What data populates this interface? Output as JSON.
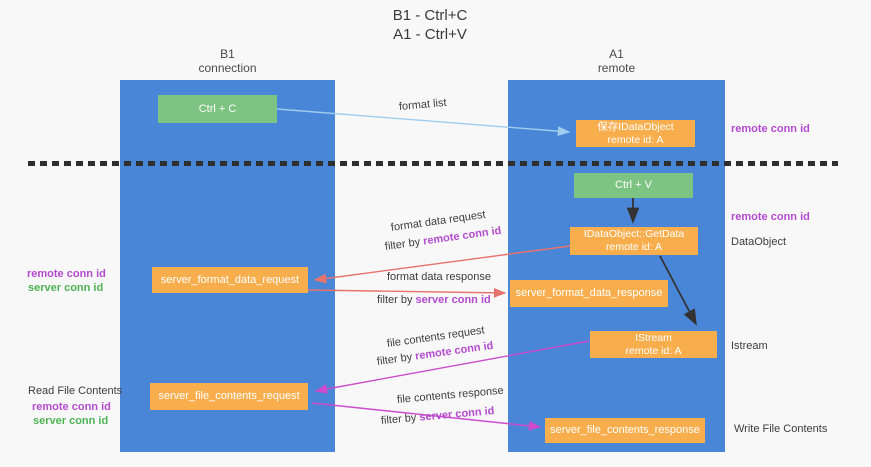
{
  "colors": {
    "lane_blue": "#4a86d8",
    "box_orange": "#f9ae4e",
    "box_green": "#7dc382",
    "arrow_lightblue": "#9fcdee",
    "arrow_red": "#e8736d",
    "arrow_magenta": "#cb4ccd",
    "arrow_black": "#333333",
    "text_purple": "#b44bce",
    "text_green": "#4fb254",
    "background": "#f8f8f8"
  },
  "title": {
    "line1": "B1 - Ctrl+C",
    "line2": "A1 - Ctrl+V"
  },
  "lanes": {
    "left": {
      "title": "B1",
      "subtitle": "connection"
    },
    "right": {
      "title": "A1",
      "subtitle": "remote"
    }
  },
  "boxes": {
    "ctrl_c": {
      "label": "Ctrl + C"
    },
    "ctrl_v": {
      "label": "Ctrl + V"
    },
    "save_idataobject": {
      "line1": "保存IDataObject",
      "line2": "remote id: A"
    },
    "getdata": {
      "line1": "IDataObject::GetData",
      "line2": "remote id: A"
    },
    "istream": {
      "line1": "IStream",
      "line2": "remote id: A"
    },
    "format_request": {
      "label": "server_format_data_request"
    },
    "format_response": {
      "label": "server_format_data_response"
    },
    "file_request": {
      "label": "server_file_contents_request"
    },
    "file_response": {
      "label": "server_file_contents_response"
    }
  },
  "annotations": {
    "format_list": "format list",
    "format_data_request": "format data request",
    "format_data_response": "format data response",
    "file_contents_request": "file contents request",
    "file_contents_response": "file contents response",
    "filter_by": "filter by",
    "remote_conn_id": "remote conn id",
    "server_conn_id": "server conn id"
  },
  "labels": {
    "remote_conn_id": "remote conn id",
    "server_conn_id": "server conn id",
    "dataobject": "DataObject",
    "istream": "Istream",
    "read_file_contents": "Read File Contents",
    "write_file_contents": "Write File Contents"
  }
}
